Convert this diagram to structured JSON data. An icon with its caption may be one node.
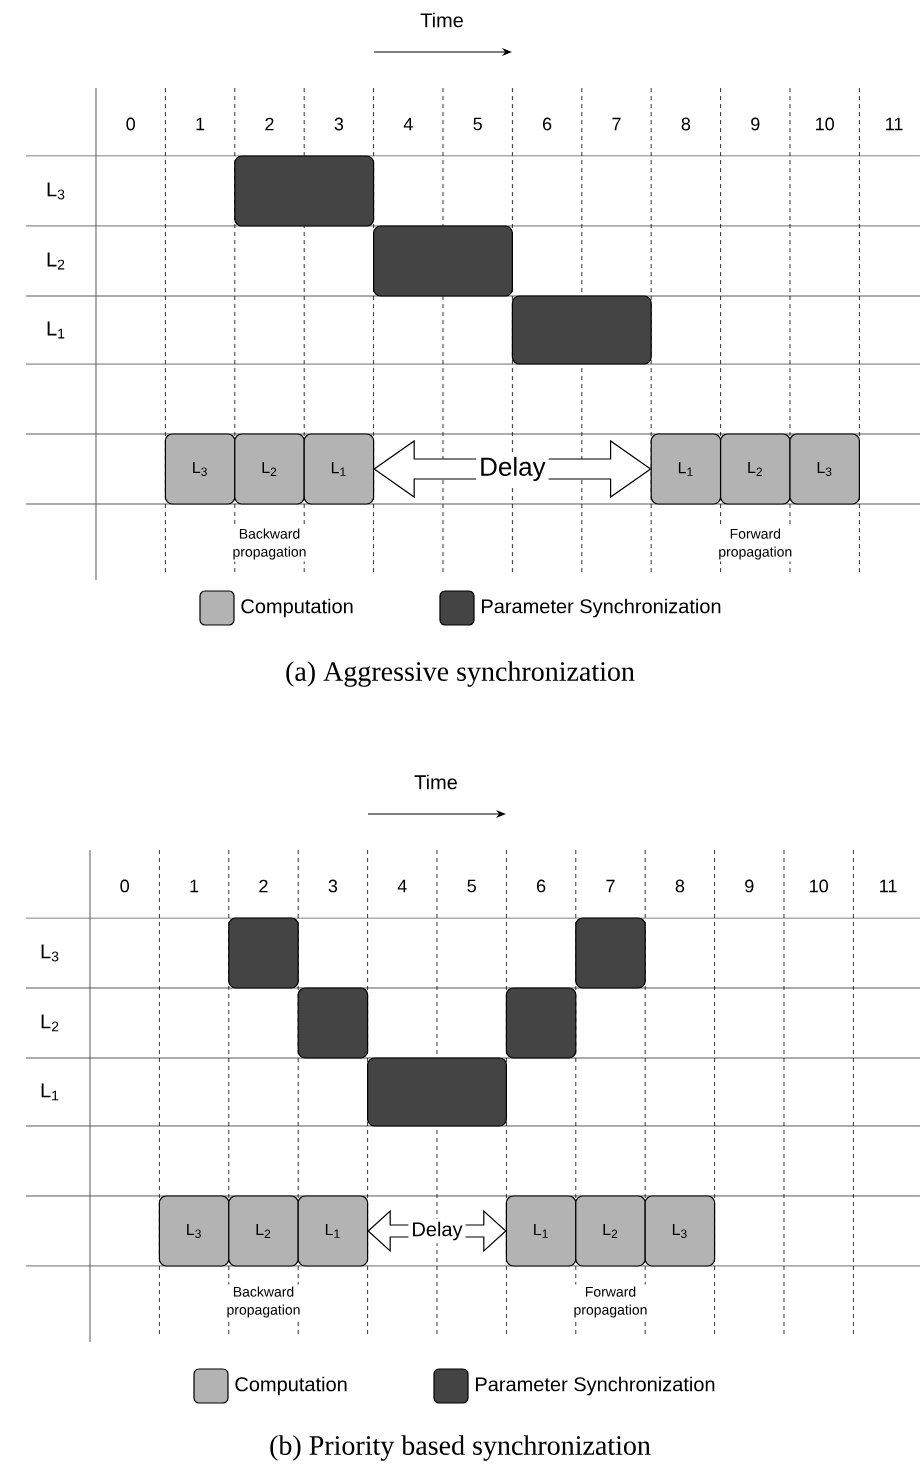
{
  "diagram": {
    "nodes": [
      {
        "text": [],
        "shape": "box"
      },
      {
        "text": [],
        "shape": "box"
      },
      {
        "text": [],
        "shape": "box"
      },
      {
        "text": [
          "L$_{3}$"
        ]
      },
      {
        "text": [
          "L$_{2}$"
        ]
      },
      {
        "text": [
          "L$_{1}$"
        ]
      },
      {
        "text": [
          "L$_{1}$"
        ]
      },
      {
        "text": [
          "L$_{2}$"
        ]
      },
      {
        "text": [
          "L$_{3}$"
        ]
      },
      {
        "text": [],
        "shape": "box"
      },
      {
        "text": [],
        "shape": "box"
      },
      {
        "text": [],
        "shape": "box"
      },
      {
        "text": [],
        "shape": "box"
      },
      {
        "text": [],
        "shape": "box"
      },
      {
        "text": [
          "L$_{3}$"
        ]
      },
      {
        "text": [
          "L$_{2}$"
        ]
      },
      {
        "text": [
          "L$_{1}$"
        ]
      },
      {
        "text": [
          "L$_{1}$"
        ]
      },
      {
        "text": [
          "L$_{2}$"
        ]
      },
      {
        "text": [
          "L$_{3}$"
        ]
      }
    ],
    "edges": [
      {
        "from": 5,
        "to": 6,
        "arrow": "both",
        "label": "Delay"
      },
      {
        "from": 16,
        "to": 17,
        "arrow": "both",
        "label": "Delay"
      }
    ],
    "labels": [
      "Time",
      "0",
      "1",
      "2",
      "3",
      "4",
      "5",
      "6",
      "7",
      "8",
      "9",
      "10",
      "11",
      "L$_{3}$",
      "L$_{2}$",
      "L$_{1}$",
      "Backward propagation",
      "Forward propagation",
      "(a) Aggressive synchronization",
      "Time",
      "0",
      "1",
      "2",
      "3",
      "4",
      "5",
      "6",
      "7",
      "8",
      "9",
      "10",
      "11",
      "L$_{3}$",
      "L$_{2}$",
      "L$_{1}$",
      "Backward propagation",
      "Forward propagation",
      "(b) Priority based synchronization"
    ],
    "legend": [
      {
        "text": "Computation",
        "color": "#b3b3b3"
      },
      {
        "text": "Parameter Synchronization",
        "color": "#444444"
      },
      {
        "text": "Computation",
        "color": "#b3b3b3"
      },
      {
        "text": "Parameter Synchronization",
        "color": "#444444"
      }
    ]
  }
}
